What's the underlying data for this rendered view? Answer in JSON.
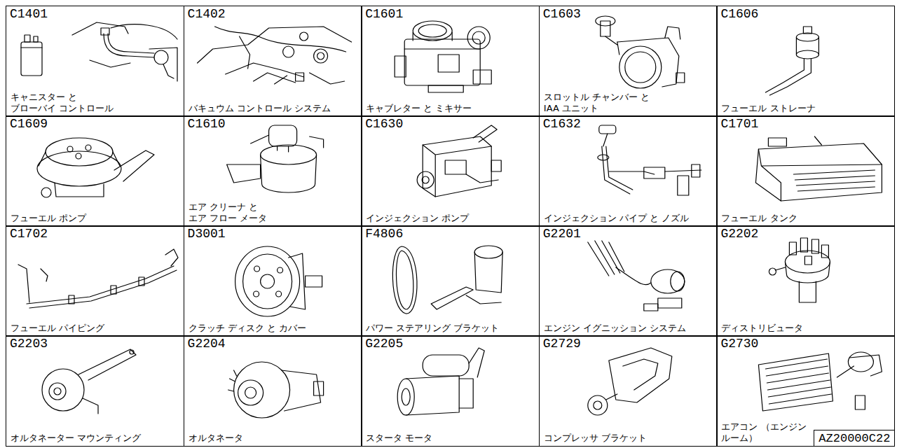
{
  "diagram": {
    "nodes": [
      {
        "text": [
          "C1401",
          "キャニスター と ブローバイ コントロール"
        ]
      },
      {
        "text": [
          "C1402",
          "バキュウム コントロール システム"
        ]
      },
      {
        "text": [
          "C1601",
          "キャブレター と ミキサー"
        ]
      },
      {
        "text": [
          "C1603",
          "スロットル チャンバー と IAA ユニット"
        ]
      },
      {
        "text": [
          "C1606",
          "フューエル ストレーナ"
        ]
      },
      {
        "text": [
          "C1609",
          "フューエル ポンプ"
        ]
      },
      {
        "text": [
          "C1610",
          "エア クリーナ と エア フロー メータ"
        ]
      },
      {
        "text": [
          "C1630",
          "インジェクション ポンプ"
        ]
      },
      {
        "text": [
          "C1632",
          "インジェクション パイプ と ノズル"
        ]
      },
      {
        "text": [
          "C1701",
          "フューエル タンク"
        ]
      },
      {
        "text": [
          "C1702",
          "フューエル パイピング"
        ]
      },
      {
        "text": [
          "D3001",
          "クラッチ ディスク と カバー"
        ]
      },
      {
        "text": [
          "F4806",
          "パワー ステアリング ブラケット"
        ]
      },
      {
        "text": [
          "G2201",
          "エンジン イグニッション システム"
        ]
      },
      {
        "text": [
          "G2202",
          "ディストリビュータ"
        ]
      },
      {
        "text": [
          "G2203",
          "オルタネーター マウンティング"
        ]
      },
      {
        "text": [
          "G2204",
          "オルタネータ"
        ]
      },
      {
        "text": [
          "G2205",
          "スタータ モータ"
        ]
      },
      {
        "text": [
          "G2729",
          "コンプレッサ ブラケット"
        ]
      },
      {
        "text": [
          "G2730",
          "エアコン （エンジン ルーム）"
        ]
      },
      {
        "text": [
          "AZ20000C22"
        ]
      }
    ]
  }
}
